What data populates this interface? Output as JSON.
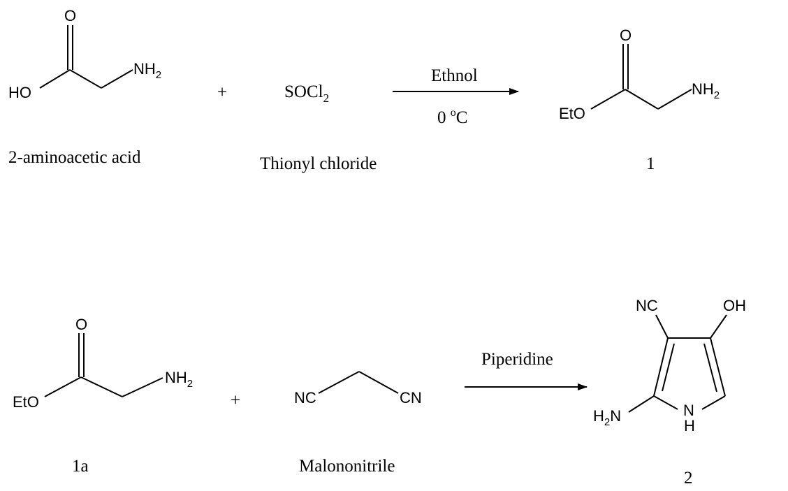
{
  "reaction1": {
    "reactant1": {
      "atoms": {
        "oxygen": "O",
        "hydroxyl": "HO",
        "amine": "NH",
        "amine_sub": "2"
      },
      "name": "2-aminoacetic acid"
    },
    "plus": "+",
    "reagent": {
      "formula_main": "SOCl",
      "formula_sub": "2",
      "name": "Thionyl chloride"
    },
    "conditions": {
      "solvent": "Ethnol",
      "temp_value": "0 ",
      "temp_degree": "o",
      "temp_unit": "C"
    },
    "product": {
      "atoms": {
        "oxygen": "O",
        "ethoxy": "EtO",
        "amine": "NH",
        "amine_sub": "2"
      },
      "label": "1"
    }
  },
  "reaction2": {
    "reactant1": {
      "atoms": {
        "oxygen": "O",
        "ethoxy": "EtO",
        "amine": "NH",
        "amine_sub": "2"
      },
      "label": "1a"
    },
    "plus": "+",
    "reagent": {
      "atoms": {
        "nitrile_left": "NC",
        "nitrile_right": "CN"
      },
      "name": "Malononitrile"
    },
    "conditions": {
      "catalyst": "Piperidine"
    },
    "product": {
      "atoms": {
        "nitrile": "NC",
        "hydroxyl": "OH",
        "amine_h": "H",
        "amine_sub": "2",
        "amine_n": "N",
        "ring_n": "N",
        "ring_h": "H"
      },
      "label": "2"
    }
  },
  "colors": {
    "ink": "#000000",
    "background": "#ffffff"
  }
}
